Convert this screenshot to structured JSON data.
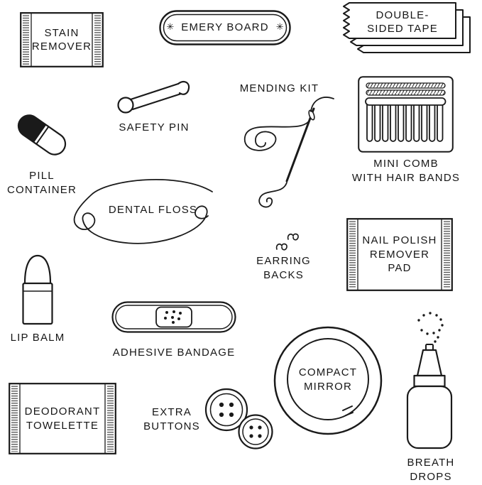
{
  "style": {
    "background": "#ffffff",
    "ink": "#1a1a1a"
  },
  "icons": {
    "sparkle": "✳"
  },
  "items": {
    "stain_remover": {
      "label": "STAIN\nREMOVER"
    },
    "emery_board": {
      "label": "EMERY BOARD"
    },
    "double_sided_tape": {
      "label": "DOUBLE-\nSIDED TAPE"
    },
    "safety_pin": {
      "label": "SAFETY PIN"
    },
    "mending_kit": {
      "label": "MENDING KIT"
    },
    "mini_comb": {
      "label": "MINI COMB\nWITH HAIR BANDS"
    },
    "pill_container": {
      "label": "PILL\nCONTAINER"
    },
    "dental_floss": {
      "label": "DENTAL FLOSS"
    },
    "earring_backs": {
      "label": "EARRING\nBACKS"
    },
    "nail_polish_pad": {
      "label": "NAIL POLISH\nREMOVER\nPAD"
    },
    "lip_balm": {
      "label": "LIP BALM"
    },
    "adhesive_bandage": {
      "label": "ADHESIVE BANDAGE"
    },
    "compact_mirror": {
      "label": "COMPACT\nMIRROR"
    },
    "breath_drops": {
      "label": "BREATH\nDROPS"
    },
    "deodorant_towelette": {
      "label": "DEODORANT\nTOWELETTE"
    },
    "extra_buttons": {
      "label": "EXTRA\nBUTTONS"
    }
  }
}
